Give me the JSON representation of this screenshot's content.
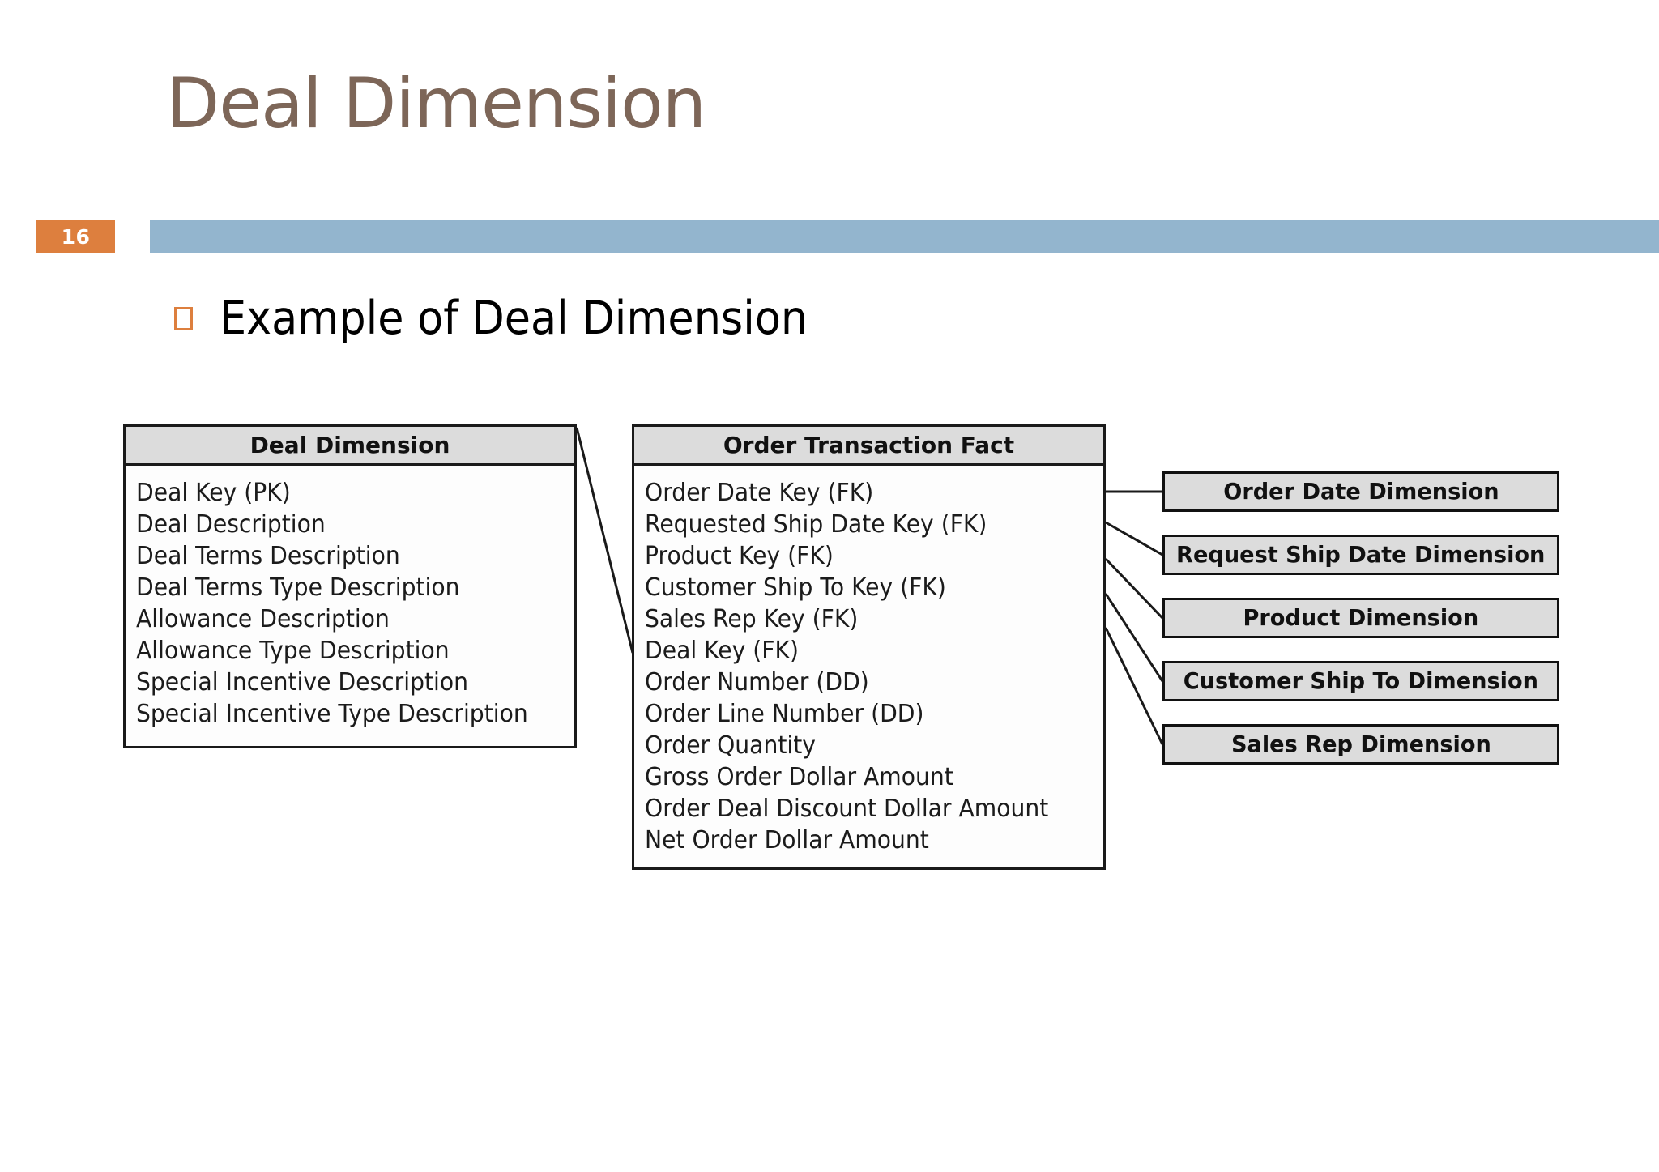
{
  "slide": {
    "title": "Deal Dimension",
    "page_number": "16",
    "accent_orange": "#dd7f3e",
    "accent_blue": "#93b5ce",
    "title_color": "#7d6658"
  },
  "bullet": {
    "marker": "hollow-square-bullet",
    "text": "Example of Deal Dimension"
  },
  "diagram": {
    "deal_dimension": {
      "title": "Deal Dimension",
      "fields": [
        "Deal Key (PK)",
        "Deal Description",
        "Deal Terms Description",
        "Deal Terms Type Description",
        "Allowance Description",
        "Allowance Type Description",
        "Special Incentive Description",
        "Special Incentive Type Description"
      ]
    },
    "order_transaction_fact": {
      "title": "Order Transaction Fact",
      "fields": [
        "Order Date Key (FK)",
        "Requested Ship Date Key (FK)",
        "Product Key (FK)",
        "Customer Ship To Key (FK)",
        "Sales Rep Key (FK)",
        "Deal Key (FK)",
        "Order Number (DD)",
        "Order Line Number (DD)",
        "Order Quantity",
        "Gross Order Dollar Amount",
        "Order Deal Discount Dollar Amount",
        "Net Order Dollar Amount"
      ]
    },
    "related_dimensions": [
      "Order Date Dimension",
      "Request Ship Date Dimension",
      "Product Dimension",
      "Customer Ship To Dimension",
      "Sales Rep Dimension"
    ]
  }
}
